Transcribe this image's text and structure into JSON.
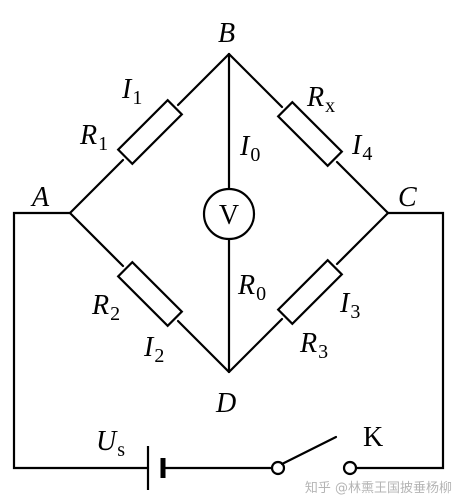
{
  "nodes": {
    "a": "A",
    "b": "B",
    "c": "C",
    "d": "D"
  },
  "labels": {
    "r1": {
      "main": "R",
      "sub": "1"
    },
    "i1": {
      "main": "I",
      "sub": "1"
    },
    "rx": {
      "main": "R",
      "sub": "x"
    },
    "i4": {
      "main": "I",
      "sub": "4"
    },
    "i0": {
      "main": "I",
      "sub": "0"
    },
    "r0": {
      "main": "R",
      "sub": "0"
    },
    "r2": {
      "main": "R",
      "sub": "2"
    },
    "i2": {
      "main": "I",
      "sub": "2"
    },
    "i3": {
      "main": "I",
      "sub": "3"
    },
    "r3": {
      "main": "R",
      "sub": "3"
    },
    "us": {
      "main": "U",
      "sub": "s"
    }
  },
  "voltmeter_label": "V",
  "switch_label": "K",
  "watermark": "知乎 @林熏王国披垂杨柳"
}
